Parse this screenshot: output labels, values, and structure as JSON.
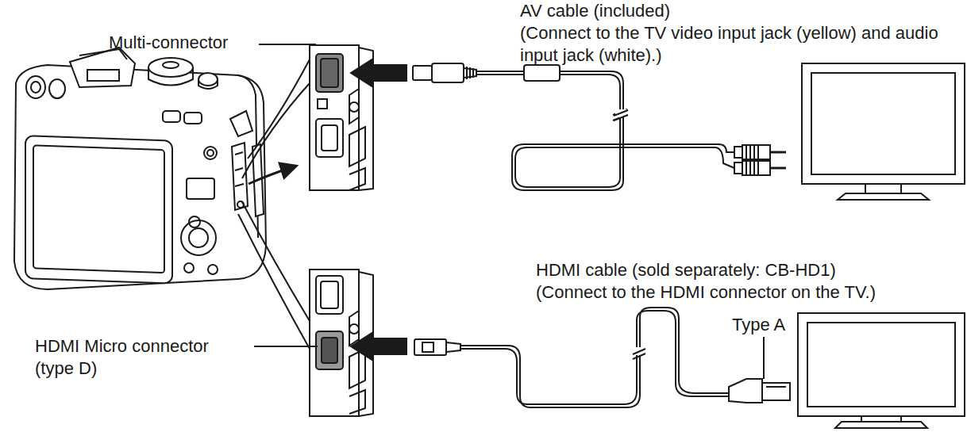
{
  "diagram": {
    "labels": [
      "Multi-connector",
      "AV cable (included)",
      "(Connect to the TV video input jack (yellow) and audio input jack (white).)",
      "HDMI cable (sold separately: CB-HD1)",
      "(Connect to the HDMI connector on the TV.)",
      "HDMI Micro connector (type D)",
      "Type A"
    ]
  }
}
